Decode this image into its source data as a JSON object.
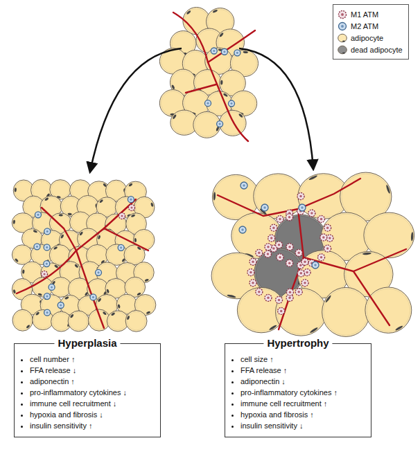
{
  "diagram": {
    "nodes": [
      {
        "text": [
          "Hyperplasia",
          "cell number ↑",
          "FFA release ↓",
          "adiponectin ↑",
          "pro-inflammatory cytokines ↓",
          "immune cell recruitment ↓",
          "hypoxia and fibrosis ↓",
          "insulin sensitivity ↑"
        ]
      },
      {
        "text": [
          "Hypertrophy",
          "cell size ↑",
          "FFA release ↑",
          "adiponectin ↓",
          "pro-inflammatory cytokines ↑",
          "immune cell recruitment ↑",
          "hypoxia and fibrosis ↑",
          "insulin sensitivity ↓"
        ]
      }
    ],
    "legend": [
      {
        "text": "M1 ATM"
      },
      {
        "text": "M2 ATM"
      },
      {
        "text": "adipocyte"
      },
      {
        "text": "dead adipocyte"
      }
    ]
  }
}
